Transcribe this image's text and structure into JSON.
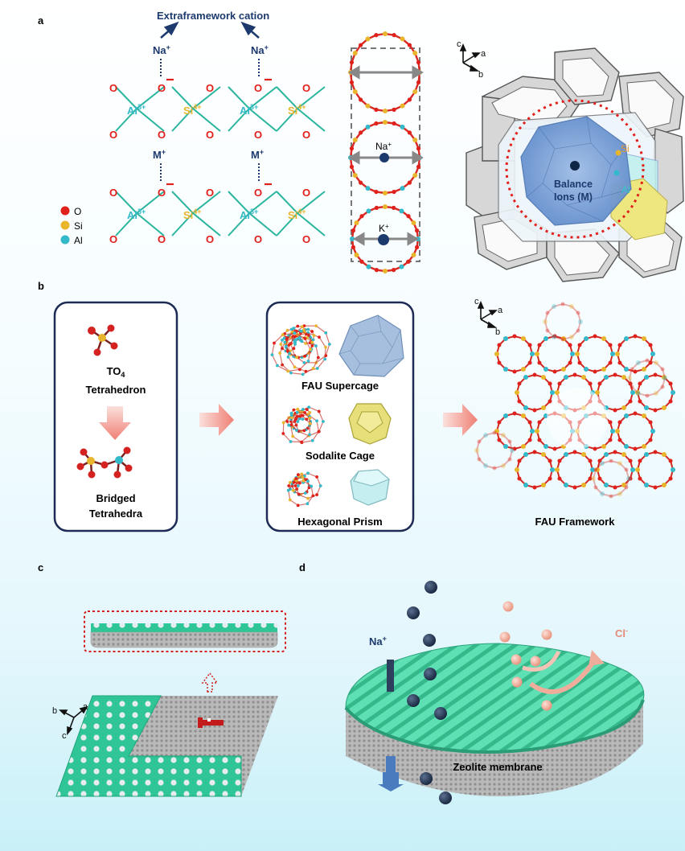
{
  "panels": {
    "a": "a",
    "b": "b",
    "c": "c",
    "d": "d"
  },
  "panel_a": {
    "title": "Extraframework cation",
    "cation_top_1": "Na",
    "cation_top_2": "Na",
    "cation_bottom_1": "M",
    "cation_bottom_2": "M",
    "sup_plus": "+",
    "minus": "−",
    "al": "Al",
    "al_sup": "3+",
    "si": "Si",
    "si_sup": "4+",
    "o": "O",
    "legend": {
      "o": "O",
      "si": "Si",
      "al": "Al"
    },
    "ring_na": "Na",
    "ring_k": "K",
    "balance_line1": "Balance",
    "balance_line2": "Ions (M)",
    "cage_si": "Si",
    "cage_al": "Al",
    "axis": {
      "c": "c",
      "a": "a",
      "b": "b"
    }
  },
  "panel_b": {
    "to4_line1": "TO",
    "to4_sub": "4",
    "to4_line2": "Tetrahedron",
    "bridged_line1": "Bridged",
    "bridged_line2": "Tetrahedra",
    "fau_supercage": "FAU Supercage",
    "sodalite_cage": "Sodalite Cage",
    "hexagonal_prism": "Hexagonal Prism",
    "fau_framework": "FAU Framework",
    "axis": {
      "c": "c",
      "a": "a",
      "b": "b"
    }
  },
  "panel_c": {
    "axis": {
      "b": "b",
      "a": "a",
      "c": "c"
    }
  },
  "panel_d": {
    "na": "Na",
    "na_sup": "+",
    "cl": "Cl",
    "cl_sup": "-",
    "membrane": "Zeolite membrane"
  },
  "colors": {
    "oxygen": "#e0201b",
    "silicon": "#e8b52c",
    "aluminum": "#33b9c9",
    "navy": "#1d3a6e",
    "green": "#4fdcb0",
    "salmon": "#f0a090"
  }
}
